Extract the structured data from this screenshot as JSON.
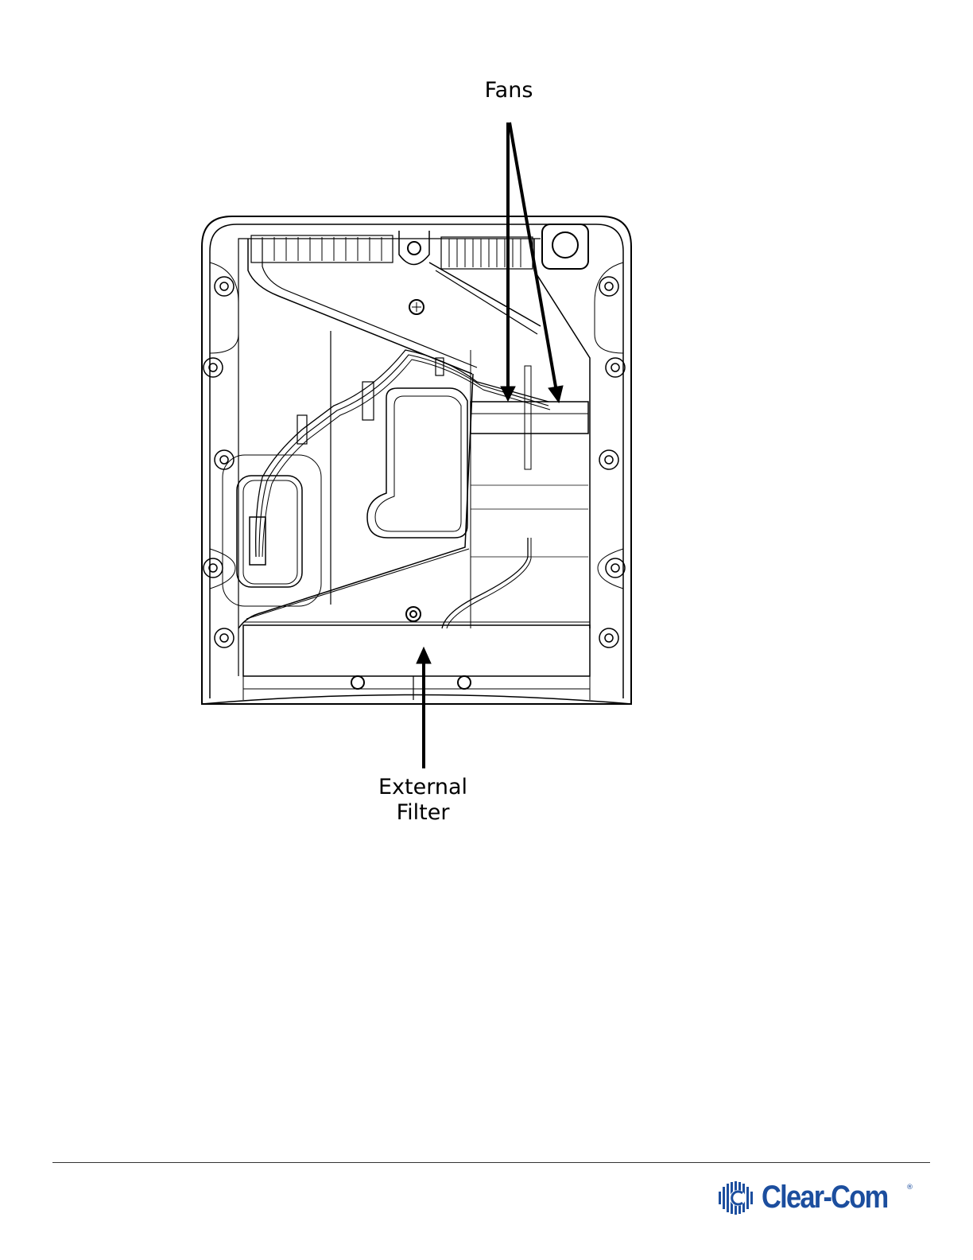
{
  "labels": {
    "fans": "Fans",
    "external_filter_line1": "External",
    "external_filter_line2": "Filter"
  },
  "footer": {
    "logo_text": "Clear-Com",
    "logo_registered": "®",
    "brand_color": "#1c4e9e"
  }
}
